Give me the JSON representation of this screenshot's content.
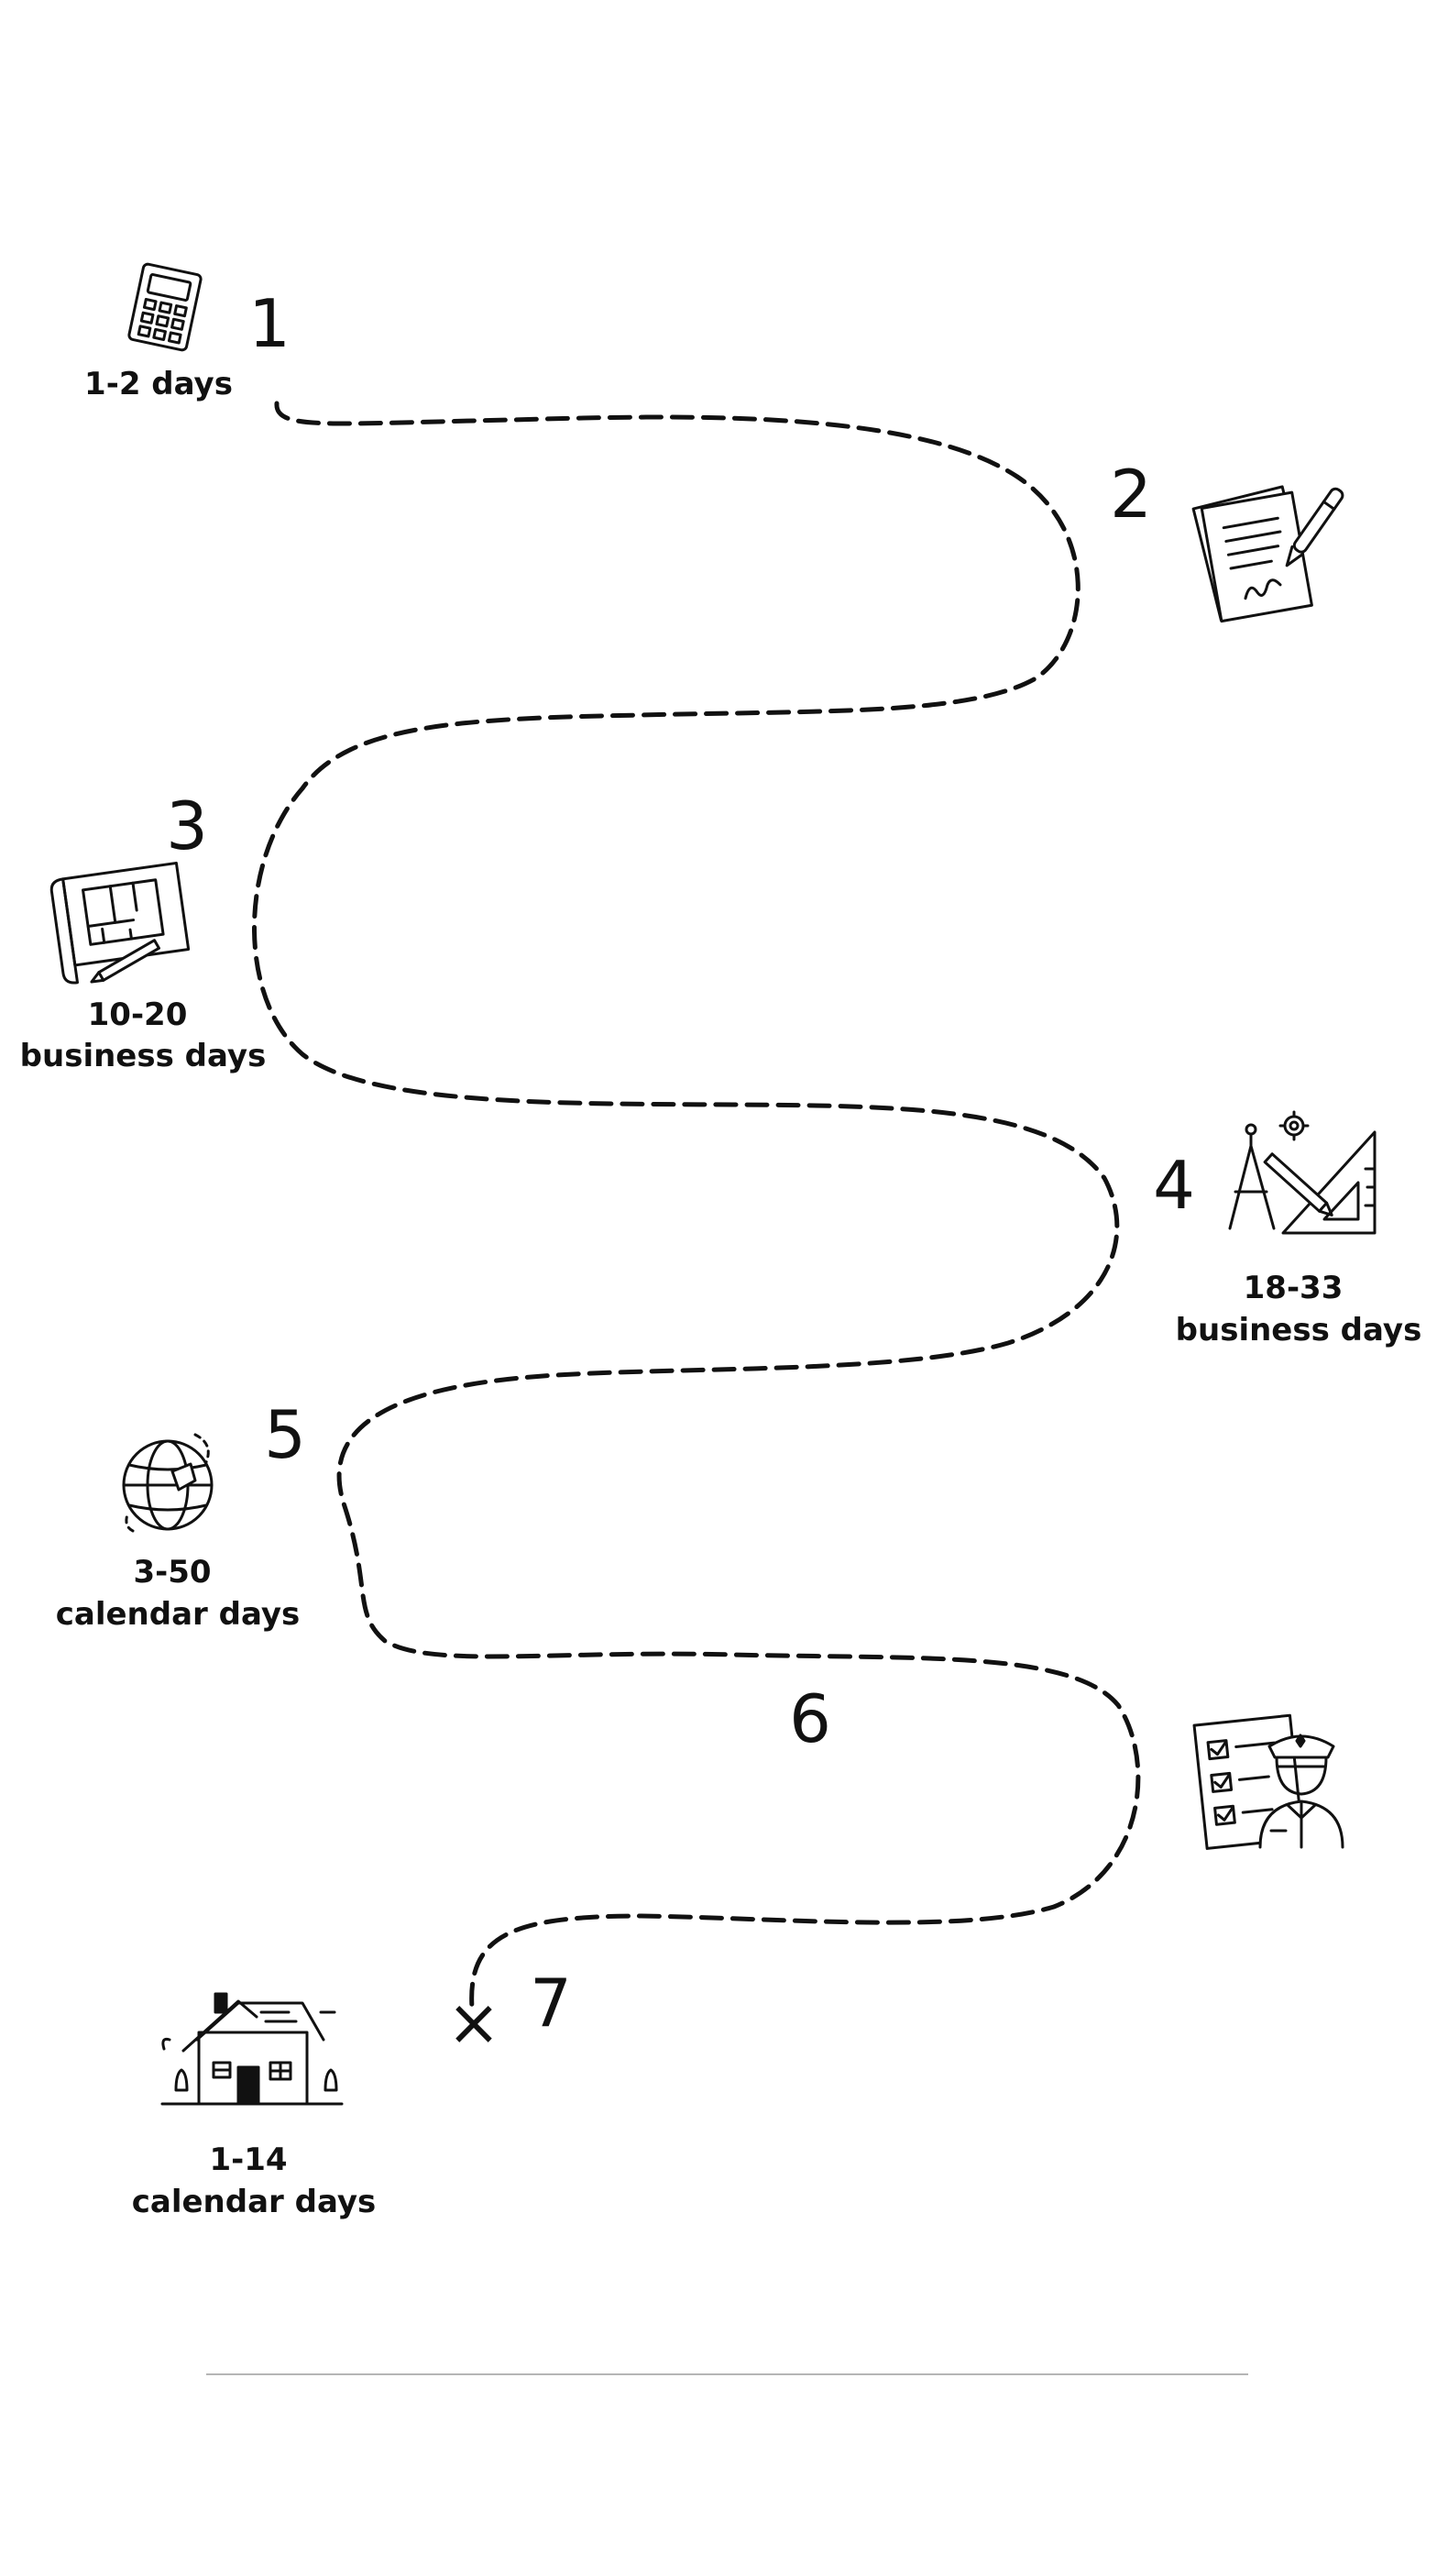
{
  "steps": [
    {
      "number": "1",
      "icon": "calculator-icon",
      "duration": [
        "1-2 days"
      ]
    },
    {
      "number": "2",
      "icon": "signed-document-icon",
      "duration": []
    },
    {
      "number": "3",
      "icon": "blueprint-icon",
      "duration": [
        "10-20",
        "business days"
      ]
    },
    {
      "number": "4",
      "icon": "drafting-tools-icon",
      "duration": [
        "18-33",
        "business days"
      ]
    },
    {
      "number": "5",
      "icon": "globe-icon",
      "duration": [
        "3-50",
        "calendar days"
      ]
    },
    {
      "number": "6",
      "icon": "inspector-checklist-icon",
      "duration": []
    },
    {
      "number": "7",
      "icon": "house-icon",
      "duration": [
        "1-14",
        "calendar days"
      ]
    }
  ],
  "end_marker": "×",
  "colors": {
    "ink": "#111111",
    "divider": "#b5b5b5",
    "background": "#ffffff"
  }
}
